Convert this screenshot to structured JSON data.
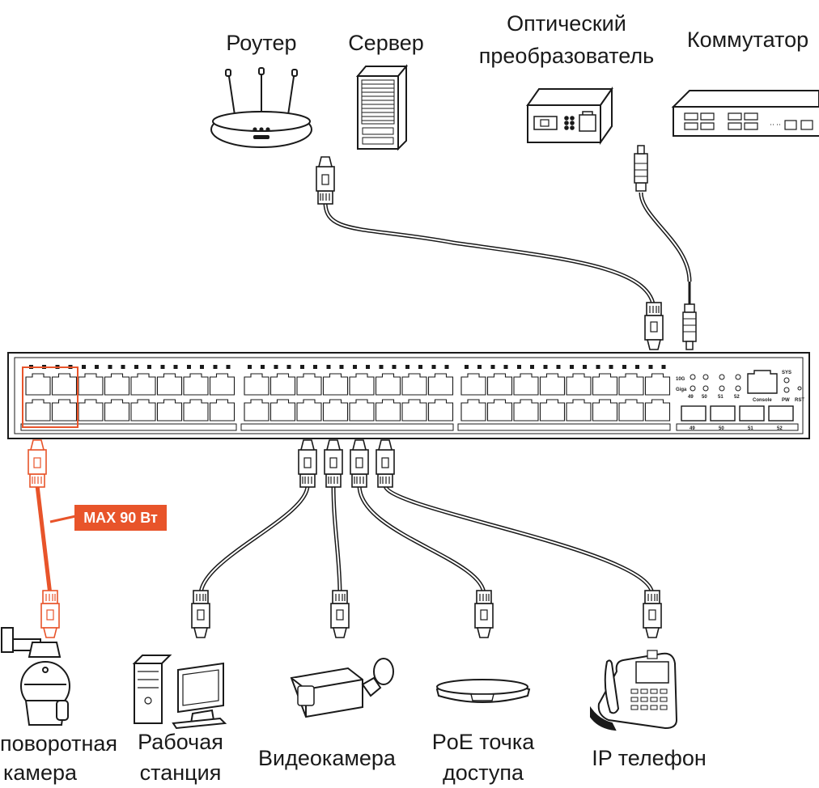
{
  "top_devices": {
    "router": "Роутер",
    "server": "Сервер",
    "converter": {
      "line1": "Оптический",
      "line2": "преобразователь"
    },
    "switch": "Коммутатор"
  },
  "poe_badge": "MAX 90 Вт",
  "bottom_devices": {
    "ptz_camera": {
      "line1": "поворотная",
      "line2": "камера"
    },
    "workstation": {
      "line1": "Рабочая",
      "line2": "станция"
    },
    "camera": "Видеокамера",
    "access_point": {
      "line1": "PoE точка",
      "line2": "доступа"
    },
    "ip_phone": "IP телефон"
  },
  "main_switch": {
    "sfp_ports": [
      "49",
      "50",
      "51",
      "52"
    ],
    "led_speed": [
      "10G",
      "Giga"
    ],
    "console_label": "Console",
    "pw_label": "PW",
    "rst_label": "RST",
    "sys_label": "SYS"
  },
  "colors": {
    "poe_accent": "#e8542a",
    "line": "#1a1a1a"
  }
}
